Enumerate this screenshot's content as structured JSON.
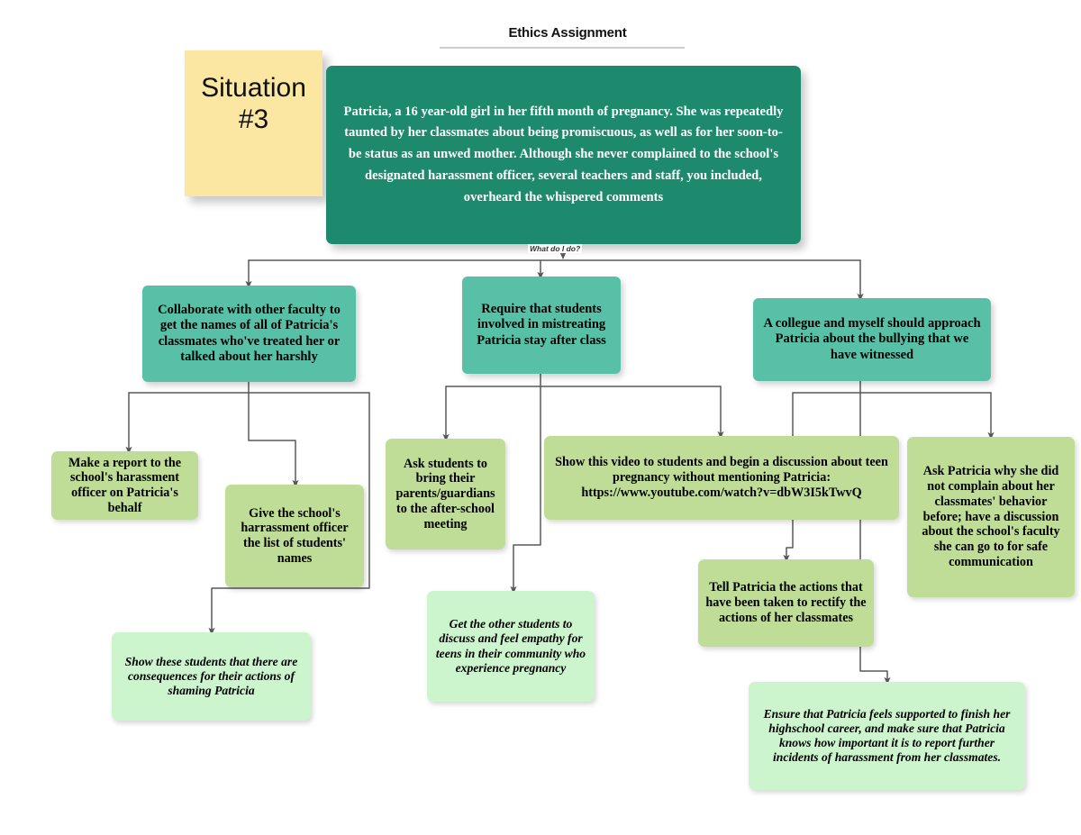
{
  "title": "Ethics Assignment",
  "sticky": {
    "label": "Situation\n#3"
  },
  "scenario": {
    "text": "Patricia, a 16 year-old girl in her fifth month of pregnancy. She was repeatedly taunted by her classmates about being promiscuous, as well as for her soon-to-be status as an unwed mother. Although she never complained to the school's designated harassment officer, several teachers and staff, you included, overheard the whispered comments"
  },
  "edge_label": "What do I do?",
  "options": [
    {
      "id": "opt-1",
      "text": "Collaborate with other faculty to get the names of all of Patricia's classmates who've treated her or talked about her harshly"
    },
    {
      "id": "opt-2",
      "text": "Require that students involved in mistreating Patricia stay after class"
    },
    {
      "id": "opt-3",
      "text": "A collegue and myself should approach Patricia about the bullying that we have witnessed"
    }
  ],
  "outcomes": [
    {
      "id": "out-1a",
      "parent": "opt-1",
      "style": "green",
      "text": "Make a report to the school's harassment officer on Patricia's behalf"
    },
    {
      "id": "out-1b",
      "parent": "opt-1",
      "style": "green",
      "text": "Give the school's harrassment officer the list of students' names"
    },
    {
      "id": "out-1c",
      "parent": "opt-1",
      "style": "lightgreen",
      "text": "Show these students that there are consequences for their actions of shaming Patricia"
    },
    {
      "id": "out-2a",
      "parent": "opt-2",
      "style": "green",
      "text": "Ask students to bring their parents/guardians to the after-school meeting"
    },
    {
      "id": "out-2b",
      "parent": "opt-2",
      "style": "green",
      "text": "Show this video to students and begin a discussion about teen pregnancy without mentioning Patricia: https://www.youtube.com/watch?v=dbW3I5kTwvQ"
    },
    {
      "id": "out-2c",
      "parent": "opt-2",
      "style": "lightgreen",
      "text": "Get the other students to discuss and feel empathy for teens in their community who experience pregnancy"
    },
    {
      "id": "out-3a",
      "parent": "opt-3",
      "style": "green",
      "text": "Tell Patricia the actions that have been taken to rectify the actions of her classmates"
    },
    {
      "id": "out-3b",
      "parent": "opt-3",
      "style": "green",
      "text": "Ask Patricia why she did not complain about her classmates' behavior before; have a discussion about the school's faculty she can go to for safe communication"
    },
    {
      "id": "out-3c",
      "parent": "opt-3",
      "style": "lightgreen",
      "text": "Ensure that Patricia feels supported to finish her highschool career, and make sure that Patricia knows how important it is to report further incidents of harassment from her classmates."
    }
  ],
  "colors": {
    "sticky": "#fbe6a2",
    "scenario": "#1d8a6e",
    "option": "#58c0a7",
    "outcome": "#bfdd97",
    "outcome_italic": "#ccf5cd",
    "connector": "#595959",
    "background": "#ffffff"
  }
}
